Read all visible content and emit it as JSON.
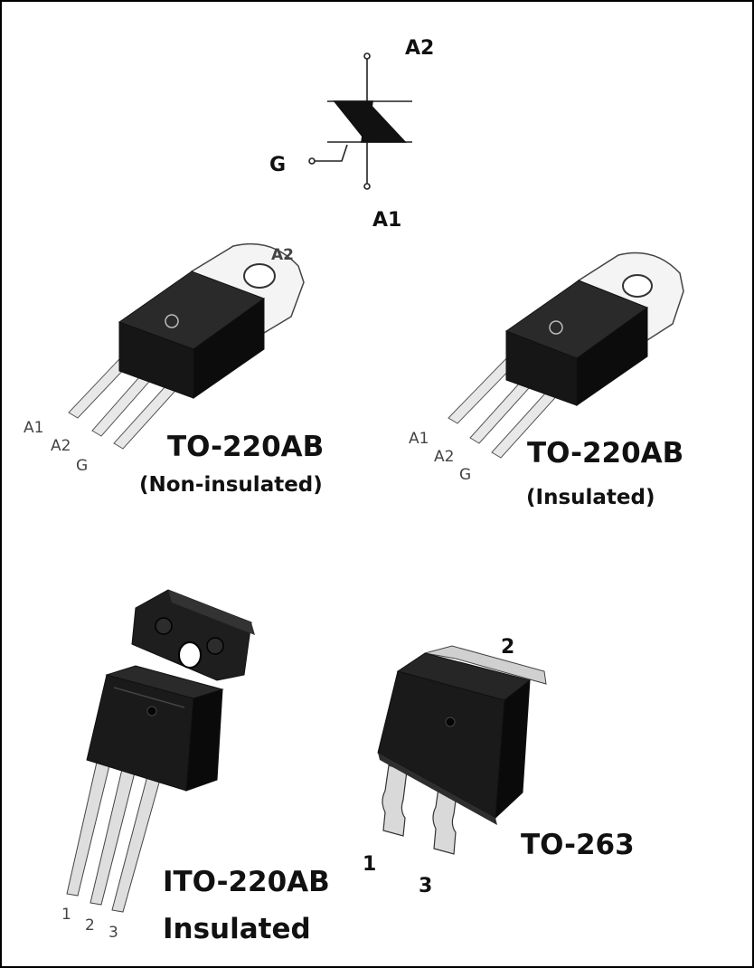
{
  "symbol": {
    "a2_label": "A2",
    "g_label": "G",
    "a1_label": "A1"
  },
  "pkg_noninsulated": {
    "title": "TO-220AB",
    "subtitle": "(Non-insulated)",
    "tab_label": "A2",
    "pin_a1": "A1",
    "pin_a2": "A2",
    "pin_g": "G"
  },
  "pkg_insulated": {
    "title": "TO-220AB",
    "subtitle": "(Insulated)",
    "pin_a1": "A1",
    "pin_a2": "A2",
    "pin_g": "G"
  },
  "pkg_ito": {
    "title": "ITO-220AB",
    "subtitle": "Insulated",
    "pin_1": "1",
    "pin_2": "2",
    "pin_3": "3"
  },
  "pkg_to263": {
    "title": "TO-263",
    "pin_1": "1",
    "pin_2": "2",
    "pin_3": "3"
  },
  "colors": {
    "body": "#1c1c1c",
    "body_side": "#0c0c0c",
    "tab": "#f2f2f2",
    "lead": "#e6e6e6",
    "outline": "#333333"
  }
}
